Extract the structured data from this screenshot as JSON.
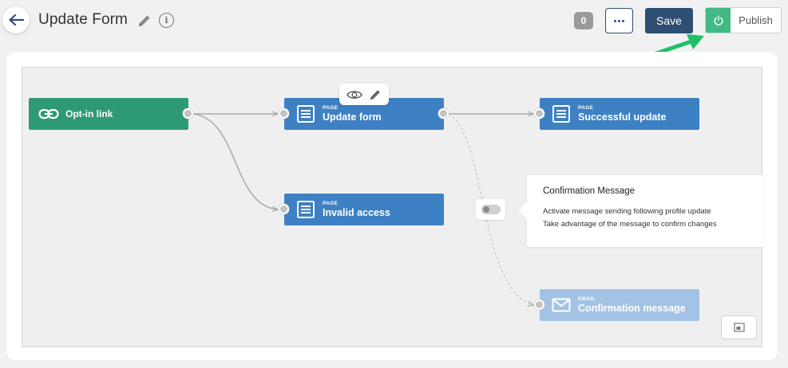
{
  "header": {
    "title": "Update Form",
    "count_badge": "0",
    "save_label": "Save",
    "publish_label": "Publish"
  },
  "colors": {
    "accent_navy": "#2f4e73",
    "publish_green": "#42b984",
    "optin_green": "#2e9a75",
    "page_blue": "#3d80c3",
    "email_blue_disabled": "#a3c3e6",
    "annotation_arrow": "#1fbf6a"
  },
  "nodes": {
    "optin": {
      "title": "Opt-in link",
      "icon": "link-icon"
    },
    "update": {
      "kind": "PAGE",
      "title": "Update form",
      "icon": "page-icon"
    },
    "success": {
      "kind": "PAGE",
      "title": "Successful update",
      "icon": "page-icon"
    },
    "invalid": {
      "kind": "PAGE",
      "title": "Invalid access",
      "icon": "page-icon"
    },
    "email": {
      "kind": "EMAIL",
      "title": "Confirmation message",
      "icon": "envelope-icon"
    }
  },
  "node_toolbar": {
    "icons": [
      "eye-icon",
      "pencil-icon"
    ]
  },
  "popover": {
    "title": "Confirmation Message",
    "line1": "Activate message sending following profile update",
    "line2": "Take advantage of the message to confirm changes"
  },
  "confirmation_toggle": {
    "on": false
  }
}
